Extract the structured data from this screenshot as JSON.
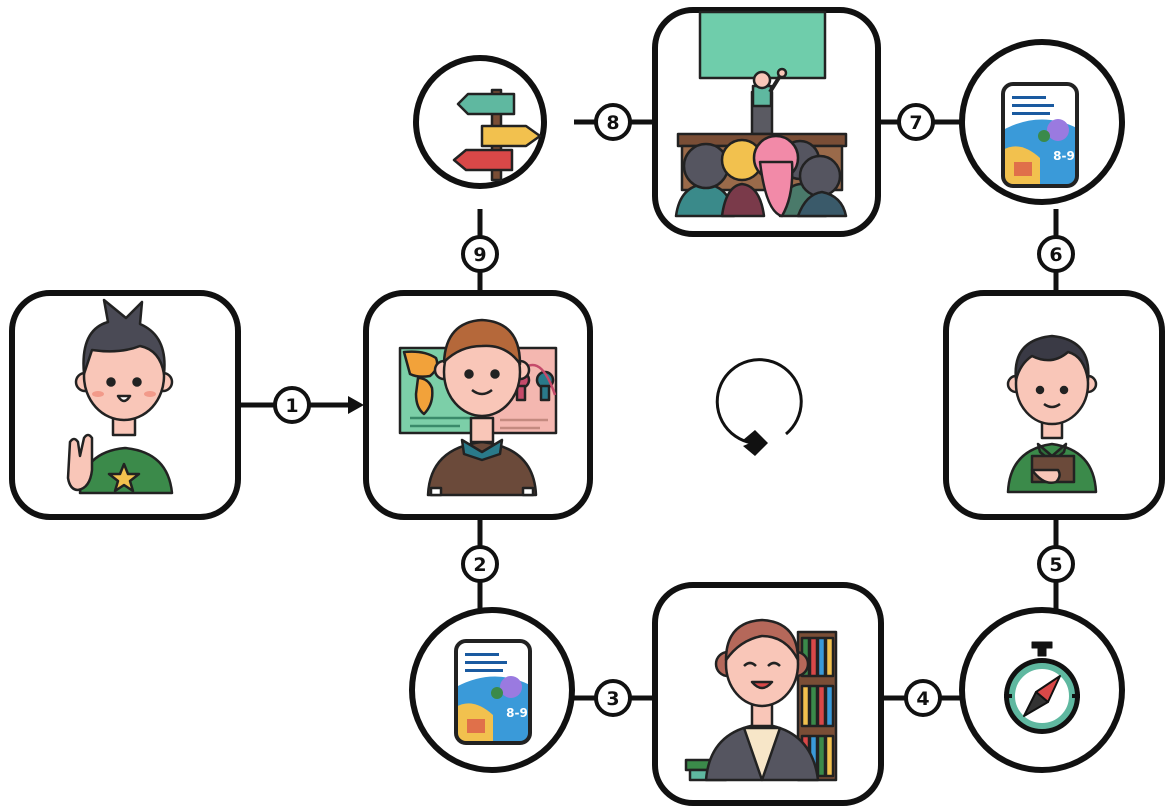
{
  "diagram": {
    "nodes": [
      {
        "id": "student-pointing",
        "shape": "rounded-square",
        "icon": "student-pointing-icon"
      },
      {
        "id": "geography-teacher",
        "shape": "rounded-square",
        "icon": "geography-teacher-icon"
      },
      {
        "id": "textbook-lower",
        "shape": "circle",
        "icon": "textbook-icon"
      },
      {
        "id": "librarian",
        "shape": "rounded-square",
        "icon": "librarian-icon"
      },
      {
        "id": "compass",
        "shape": "circle",
        "icon": "compass-icon"
      },
      {
        "id": "reading-student",
        "shape": "rounded-square",
        "icon": "reading-student-icon"
      },
      {
        "id": "textbook-upper",
        "shape": "circle",
        "icon": "textbook-icon"
      },
      {
        "id": "presentation",
        "shape": "rounded-square",
        "icon": "presentation-icon"
      },
      {
        "id": "signpost",
        "shape": "circle",
        "icon": "signpost-icon"
      }
    ],
    "edges": [
      {
        "label": "1",
        "from": "student-pointing",
        "to": "geography-teacher",
        "arrow": true
      },
      {
        "label": "2",
        "from": "geography-teacher",
        "to": "textbook-lower",
        "arrow": false
      },
      {
        "label": "3",
        "from": "textbook-lower",
        "to": "librarian",
        "arrow": false
      },
      {
        "label": "4",
        "from": "librarian",
        "to": "compass",
        "arrow": false
      },
      {
        "label": "5",
        "from": "compass",
        "to": "reading-student",
        "arrow": false
      },
      {
        "label": "6",
        "from": "reading-student",
        "to": "textbook-upper",
        "arrow": false
      },
      {
        "label": "7",
        "from": "textbook-upper",
        "to": "presentation",
        "arrow": false
      },
      {
        "label": "8",
        "from": "presentation",
        "to": "signpost",
        "arrow": false
      },
      {
        "label": "9",
        "from": "signpost",
        "to": "geography-teacher",
        "arrow": false
      }
    ],
    "center_icon": "cycle-arrow-icon",
    "book_text": {
      "grade": "8-9"
    },
    "colors": {
      "stroke": "#111111",
      "skin": "#f9c6b8",
      "green_shirt": "#3b8a4a",
      "board_green": "#6fcdab",
      "map_green": "#7ccfa8",
      "map_pink": "#f4b7b0",
      "brown": "#6b4a3a",
      "yellow": "#f2c14e",
      "red": "#d94848",
      "teal": "#5fb8a0",
      "book_blue": "#3a9ad9"
    }
  }
}
